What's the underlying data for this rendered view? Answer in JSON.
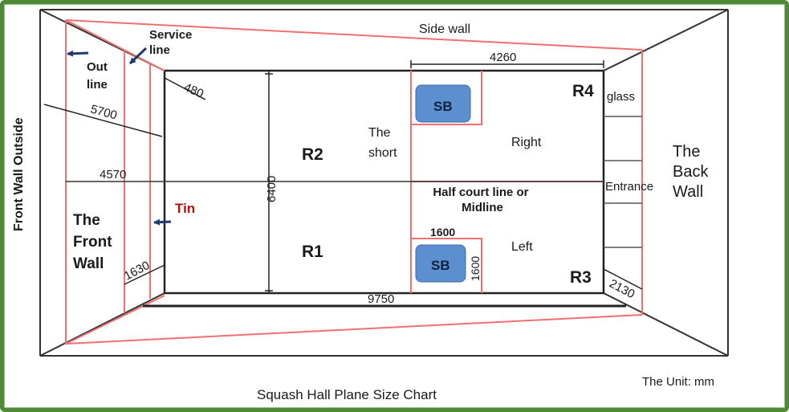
{
  "labels": {
    "side_wall": "Side wall",
    "service_line": "Service\nline",
    "out_line": "Out\nline",
    "front_wall_outside": "Front Wall Outside",
    "front_wall": "The\nFront\nWall",
    "tin": "Tin",
    "the_short": "The\nshort",
    "half_court": "Half court line or\nMidline",
    "right": "Right",
    "left": "Left",
    "glass": "glass",
    "entrance": "Entrance",
    "back_wall": "The\nBack\nWall",
    "sb_top": "SB",
    "sb_bottom": "SB",
    "r1": "R1",
    "r2": "R2",
    "r3": "R3",
    "r4": "R4",
    "unit": "The Unit: mm",
    "title": "Squash Hall Plane Size Chart"
  },
  "dimensions": {
    "d4260": "4260",
    "d480": "480",
    "d5700": "5700",
    "d4570": "4570",
    "d6400": "6400",
    "d1600_h": "1600",
    "d1600_v": "1600",
    "d1630": "1630",
    "d9750": "9750",
    "d2130": "2130"
  },
  "colors": {
    "frame": "#4f8a37",
    "red_line": "#f07070",
    "sb_fill": "#5b8fd0",
    "arrow": "#1f3a6e",
    "tin_text": "#b01010"
  }
}
